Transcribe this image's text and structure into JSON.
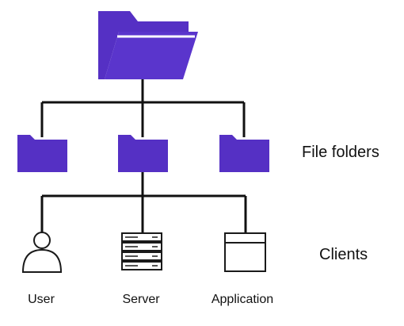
{
  "diagram": {
    "section_labels": {
      "folders": "File folders",
      "clients": "Clients"
    },
    "clients": [
      {
        "label": "User",
        "icon": "user-icon"
      },
      {
        "label": "Server",
        "icon": "server-icon"
      },
      {
        "label": "Application",
        "icon": "application-window-icon"
      }
    ],
    "icons": {
      "root": "folder-open-icon",
      "folders": [
        "folder-icon",
        "folder-icon",
        "folder-icon"
      ]
    },
    "colors": {
      "folder": "#5530C4",
      "folder_front": "#5A35CC",
      "connector": "#111111",
      "client_icon_stroke": "#1A1A1A"
    }
  }
}
